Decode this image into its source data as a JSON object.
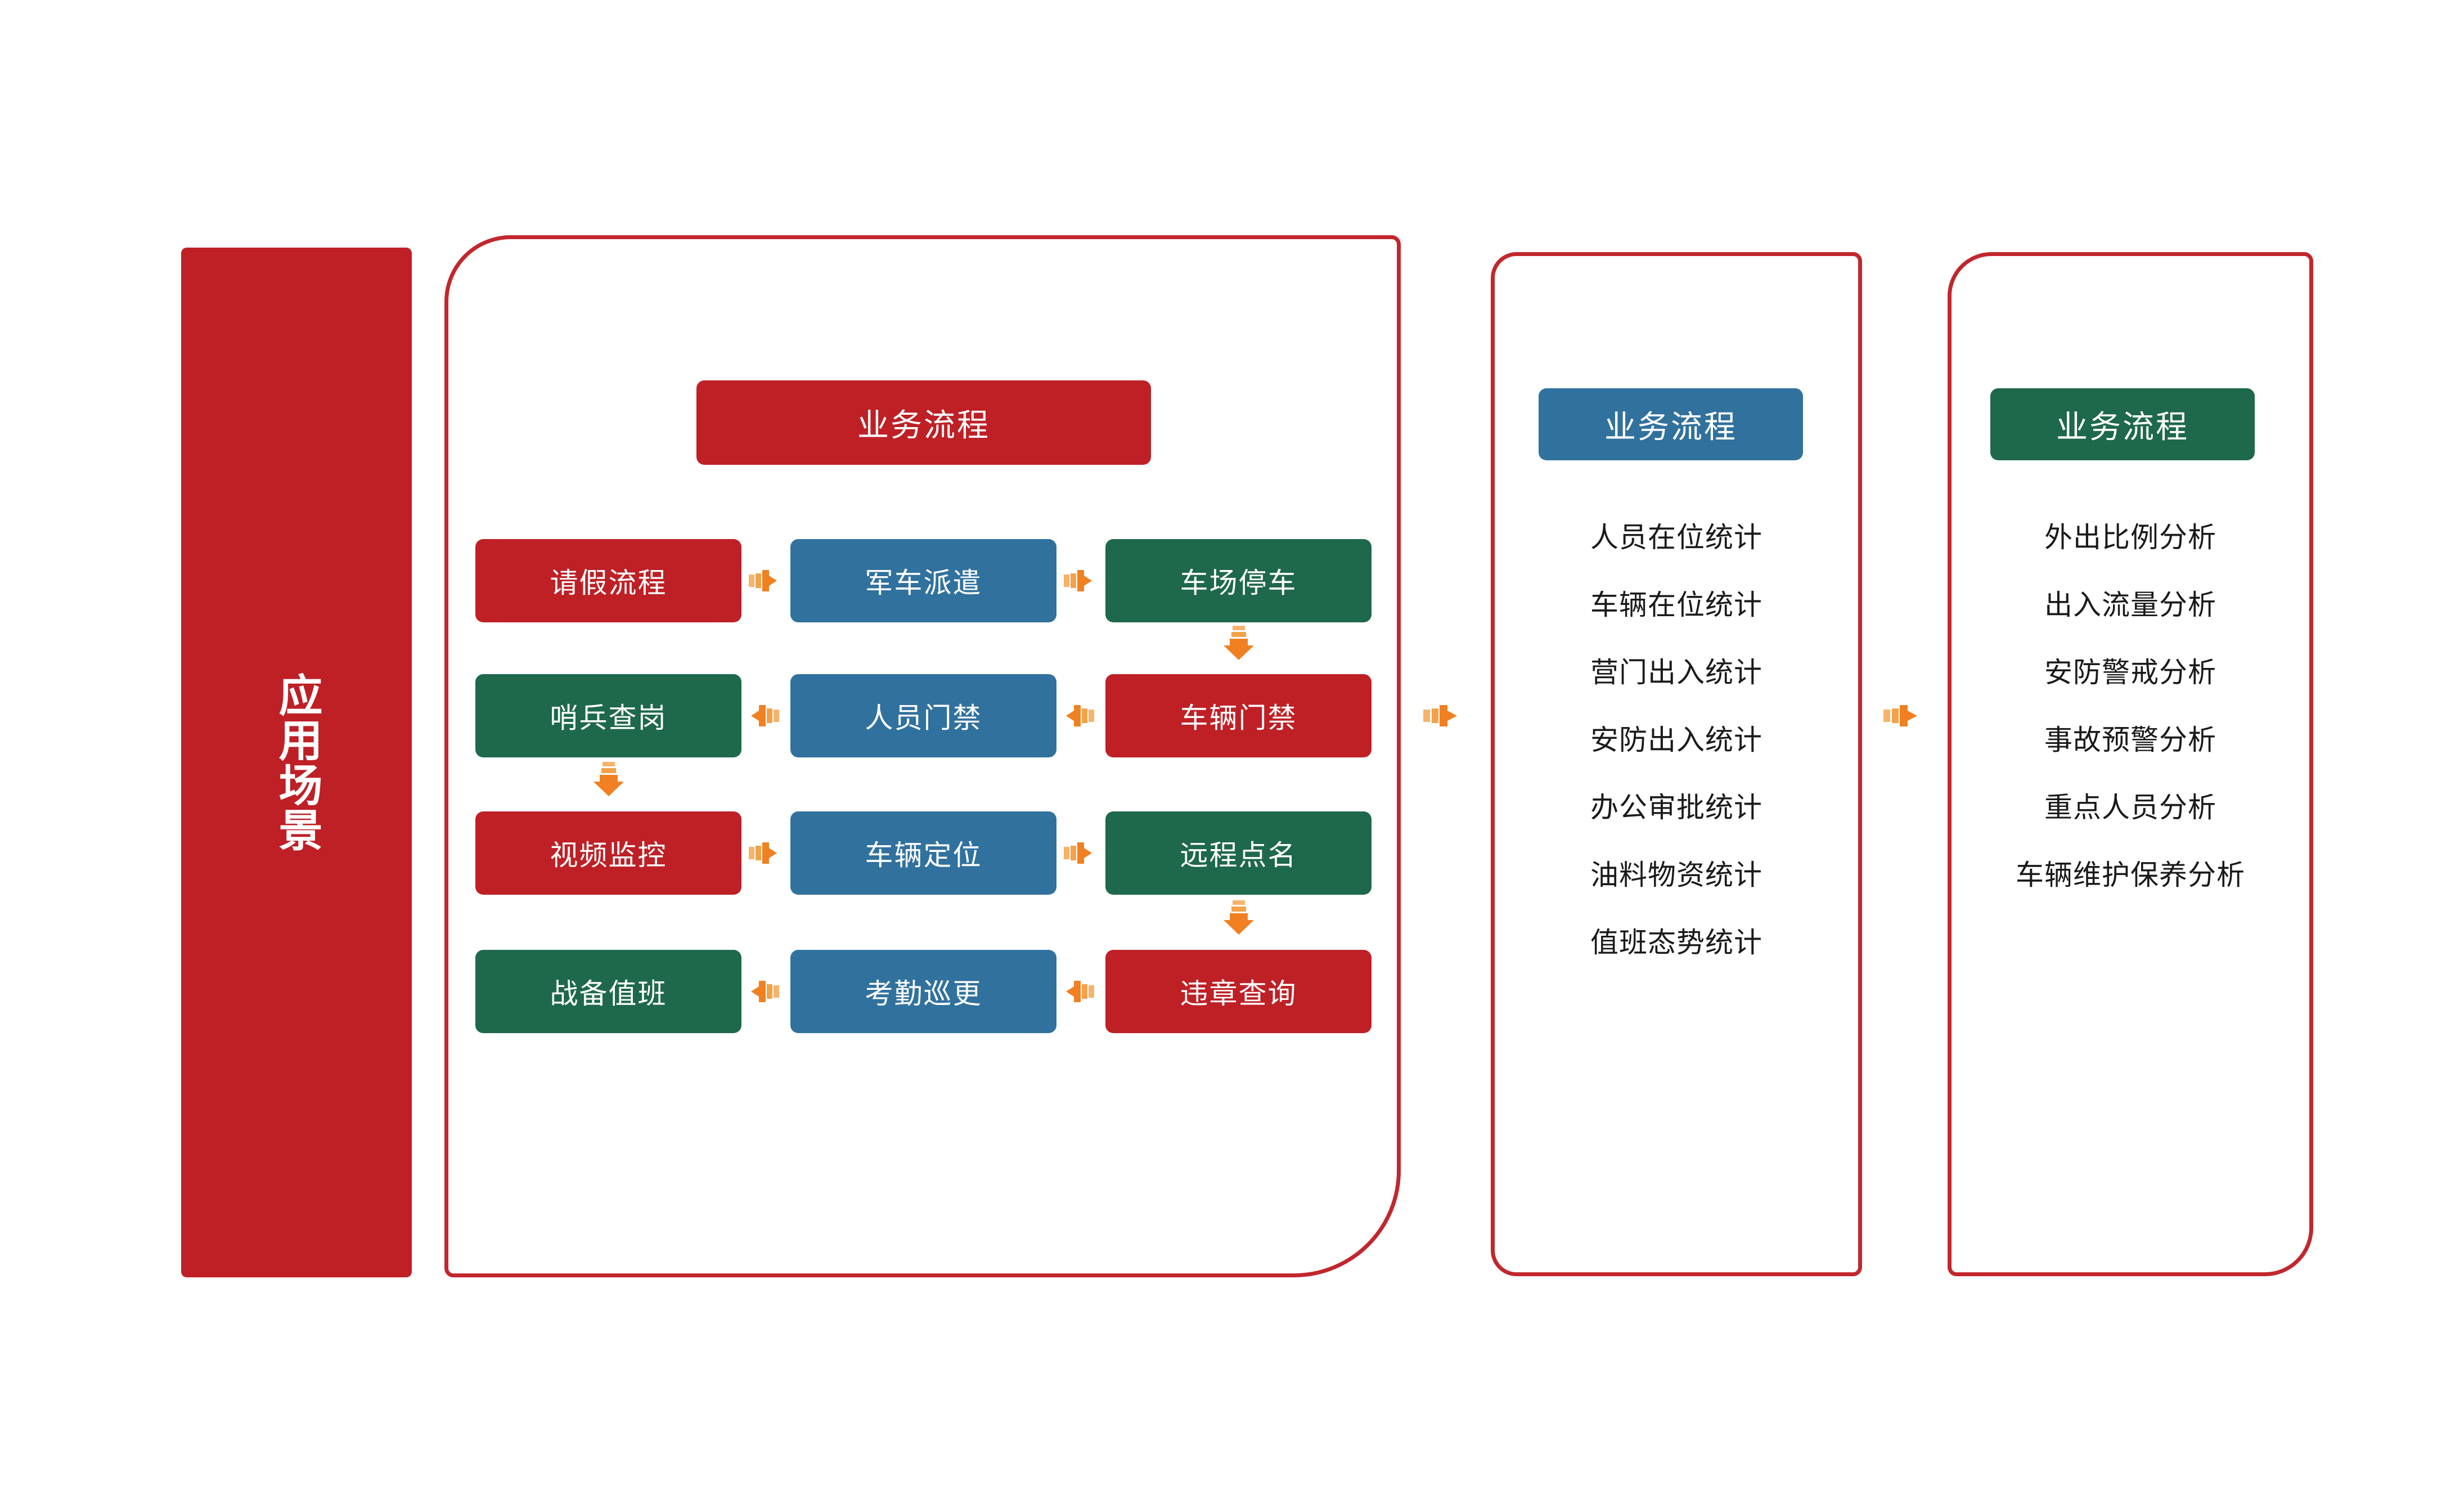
{
  "colors": {
    "red": "#BE2026",
    "blue": "#31719E",
    "green": "#1E684C",
    "panel_border": "#C1272D",
    "arrow": "#F08021",
    "arrow_tail": "#F7B36B",
    "text_light": "#FFFFFF",
    "text_dark": "#1A1A1A",
    "background": "#FFFFFF"
  },
  "left_banner": {
    "label": "应用场景"
  },
  "main_panel": {
    "header": "业务流程",
    "header_color": "#BE2026",
    "rows": [
      {
        "direction": "right",
        "nodes": [
          {
            "label": "请假流程",
            "color": "red"
          },
          {
            "label": "军车派遣",
            "color": "blue"
          },
          {
            "label": "车场停车",
            "color": "green"
          }
        ]
      },
      {
        "direction": "left",
        "nodes": [
          {
            "label": "哨兵查岗",
            "color": "green"
          },
          {
            "label": "人员门禁",
            "color": "blue"
          },
          {
            "label": "车辆门禁",
            "color": "red"
          }
        ]
      },
      {
        "direction": "right",
        "nodes": [
          {
            "label": "视频监控",
            "color": "red"
          },
          {
            "label": "车辆定位",
            "color": "blue"
          },
          {
            "label": "远程点名",
            "color": "green"
          }
        ]
      },
      {
        "direction": "left",
        "nodes": [
          {
            "label": "战备值班",
            "color": "green"
          },
          {
            "label": "考勤巡更",
            "color": "blue"
          },
          {
            "label": "违章查询",
            "color": "red"
          }
        ]
      }
    ]
  },
  "mid_panel": {
    "header": "业务流程",
    "header_color": "#31719E",
    "items": [
      "人员在位统计",
      "车辆在位统计",
      "营门出入统计",
      "安防出入统计",
      "办公审批统计",
      "油料物资统计",
      "值班态势统计"
    ]
  },
  "right_panel": {
    "header": "业务流程",
    "header_color": "#1E684C",
    "items": [
      "外出比例分析",
      "出入流量分析",
      "安防警戒分析",
      "事故预警分析",
      "重点人员分析",
      "车辆维护保养分析"
    ]
  },
  "connectors": {
    "main_to_mid": "arrow-right-icon",
    "mid_to_right": "arrow-right-icon"
  }
}
